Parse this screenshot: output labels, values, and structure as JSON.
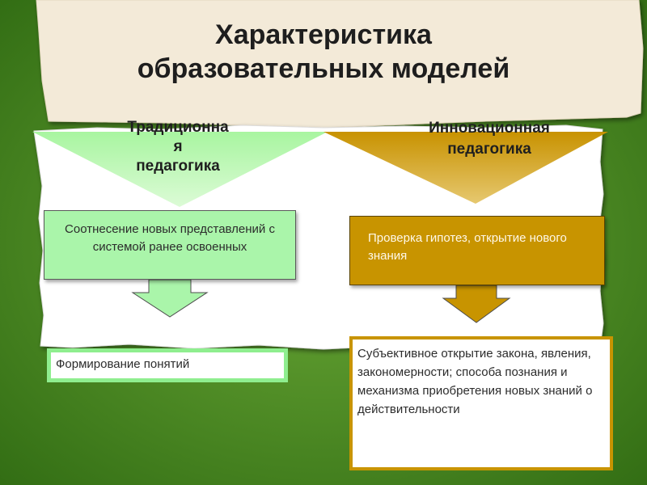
{
  "title": {
    "line1": "Характеристика",
    "line2": "образовательных моделей"
  },
  "left": {
    "heading_lines": [
      "Традиционна",
      "я",
      "педагогика"
    ],
    "box_text": "Соотнесение новых представлений с системой ранее освоенных",
    "result_text": "Формирование понятий"
  },
  "right": {
    "heading_lines": [
      "Инновационная",
      "педагогика"
    ],
    "box_text": "Проверка гипотез, открытие нового знания",
    "result_text": "Субъективное открытие закона, явления, закономерности; способа познания и механизма приобретения новых знаний о действительности"
  },
  "colors": {
    "green_accent": "#aaf5aa",
    "gold_accent": "#c89400",
    "background_green": "#3f7f1c"
  }
}
